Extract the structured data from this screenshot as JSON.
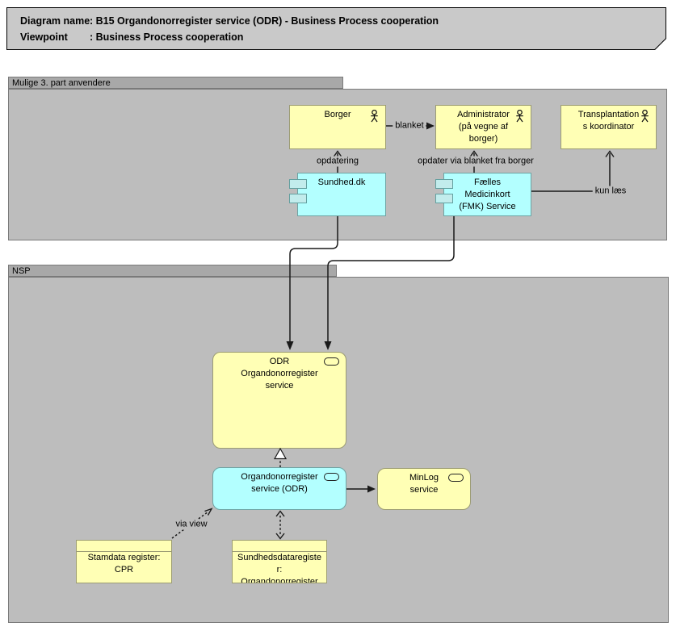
{
  "title": {
    "rows": [
      {
        "key": "Diagram name",
        "value": ": B15 Organdonorregister service (ODR) - Business Process cooperation"
      },
      {
        "key": "Viewpoint",
        "value": ": Business Process cooperation"
      }
    ]
  },
  "groups": {
    "third_party": {
      "label": "Mulige 3. part anvendere"
    },
    "nsp": {
      "label": "NSP"
    }
  },
  "nodes": {
    "borger": {
      "label": [
        "Borger"
      ],
      "type": "business-actor"
    },
    "administrator": {
      "label": [
        "Administrator",
        "(på vegne af",
        "borger)"
      ],
      "type": "business-actor"
    },
    "transplantation": {
      "label": [
        "Transplantation",
        "s koordinator"
      ],
      "type": "business-actor"
    },
    "sundhed": {
      "label": [
        "Sundhed.dk"
      ],
      "type": "component"
    },
    "fmk": {
      "label": [
        "Fælles",
        "Medicinkort",
        "(FMK) Service"
      ],
      "type": "component"
    },
    "odr": {
      "label": [
        "ODR",
        "Organdonorregister",
        "service"
      ],
      "type": "service"
    },
    "odr_app": {
      "label": [
        "Organdonorregister",
        "service (ODR)"
      ],
      "type": "service"
    },
    "minlog": {
      "label": [
        "MinLog",
        "service"
      ],
      "type": "service"
    },
    "stamdata": {
      "label": [
        "Stamdata register:",
        "CPR"
      ],
      "type": "data-object"
    },
    "sundhedsregister": {
      "label": [
        "Sundhedsdataregiste",
        "r:",
        "Organdonorregister"
      ],
      "type": "data-object"
    }
  },
  "edge_labels": {
    "blanket": "blanket",
    "opdatering": "opdatering",
    "opdater": "opdater via blanket fra borger",
    "kun_laes": "kun læs",
    "via_view": "via view"
  },
  "colors": {
    "yellow": "#ffffb5",
    "cyan": "#b3ffff",
    "group_body": "#bdbdbd",
    "group_tab": "#a8a8a8",
    "note": "#c9c9c9"
  }
}
